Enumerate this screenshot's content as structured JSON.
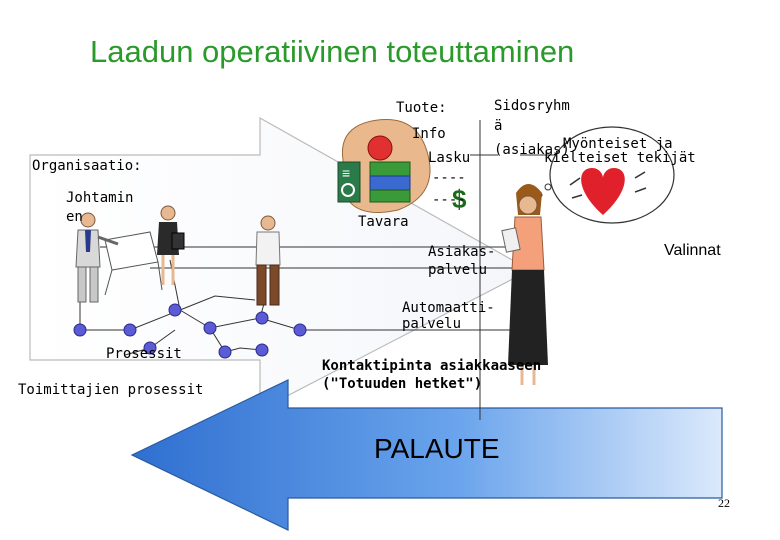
{
  "title": "Laadun operatiivinen toteuttaminen",
  "labels": {
    "organisaatio": "Organisaatio:",
    "johtaminen_1": "Johtamin",
    "johtaminen_2": "en",
    "tuote": "Tuote:",
    "info": "Info",
    "lasku": "Lasku",
    "dashes_1": "----",
    "dashes_2": "----",
    "tavara": "Tavara",
    "sidosryhma_1": "Sidosryhm",
    "sidosryhma_2": "ä",
    "sidosryhma_3": "(asiakas)",
    "myonteiset_1": "Myönteiset ja",
    "myonteiset_2": "kielteiset tekijät",
    "asiakaspalvelu_1": "Asiakas-",
    "asiakaspalvelu_2": "palvelu",
    "valinnat": "Valinnat",
    "automaatti_1": "Automaatti-",
    "automaatti_2": "palvelu",
    "prosessit": "Prosessit",
    "toimittajien": "Toimittajien prosessit",
    "kontakti_1": "Kontaktipinta asiakkaaseen",
    "kontakti_2": "(\"Totuuden hetket\")",
    "palaute": "PALAUTE",
    "page_number": "22"
  },
  "colors": {
    "title": "#2a9a2a",
    "arrow_fill": "#4a8fe0",
    "arrow_light": "#cfe3fa",
    "node_fill": "#5b5bd6",
    "heart": "#e0202a",
    "dollar": "#1a6a1a"
  },
  "icons": [
    "person-icon",
    "heart-icon",
    "products-icon",
    "dollar-icon",
    "network-node"
  ]
}
